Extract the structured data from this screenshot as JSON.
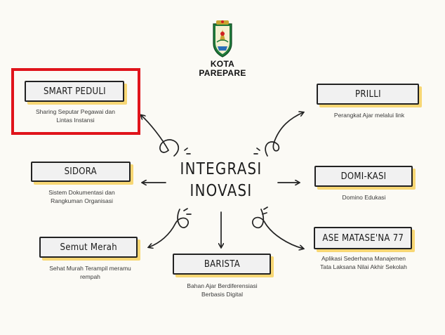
{
  "header": {
    "city_line1": "KOTA",
    "city_line2": "PAREPARE",
    "emblem_icon": "parepare-emblem-icon"
  },
  "center": {
    "line1": "INTEGRASI",
    "line2": "INOVASI"
  },
  "nodes": [
    {
      "title": "SMART PEDULI",
      "desc_line1": "Sharing Seputar Pegawai dan",
      "desc_line2": "Lintas Instansi"
    },
    {
      "title": "PRILLI",
      "desc_line1": "Perangkat Ajar melalui link",
      "desc_line2": ""
    },
    {
      "title": "SIDORA",
      "desc_line1": "Sistem Dokumentasi dan",
      "desc_line2": "Rangkuman Organisasi"
    },
    {
      "title": "DOMI-KASI",
      "desc_line1": "Domino Edukasi",
      "desc_line2": ""
    },
    {
      "title": "Semut Merah",
      "desc_line1": "Sehat Murah Terampil meramu",
      "desc_line2": "rempah"
    },
    {
      "title": "BARISTA",
      "desc_line1": "Bahan Ajar Berdiferensiasi",
      "desc_line2": "Berbasis Digital"
    },
    {
      "title": "ASE MATASE'NA 77",
      "desc_line1": "Aplikasi Sederhana Manajemen",
      "desc_line2": "Tata Laksana Nilai Akhir Sekolah"
    }
  ],
  "colors": {
    "highlight": "#e0141b",
    "tag_shadow": "#f7d774",
    "tag_fill": "#f1f1f1",
    "ink": "#222222"
  }
}
